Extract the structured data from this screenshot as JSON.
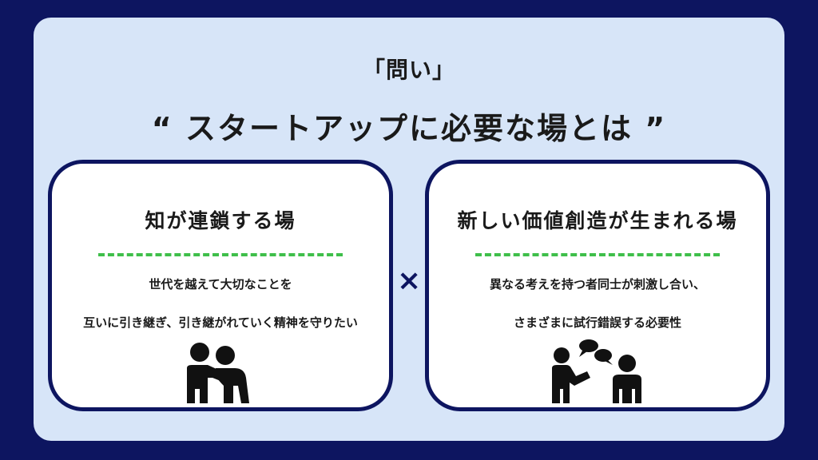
{
  "slide": {
    "header_label": "「問い」",
    "main_title": "“ スタートアップに必要な場とは ”",
    "cross": "×",
    "left_card": {
      "title": "知が連鎖する場",
      "line1": "世代を越えて大切なことを",
      "line2": "互いに引き継ぎ、引き継がれていく精神を守りたい",
      "icon": "two-people-embrace-icon"
    },
    "right_card": {
      "title": "新しい価値創造が生まれる場",
      "line1": "異なる考えを持つ者同士が刺激し合い、",
      "line2": "さまざまに試行錯誤する必要性",
      "icon": "two-people-conversation-icon"
    }
  },
  "colors": {
    "frame": "#0d1560",
    "panel": "#d7e5f8",
    "card": "#ffffff",
    "divider": "#3fbf4a",
    "text": "#1a1a1a"
  }
}
